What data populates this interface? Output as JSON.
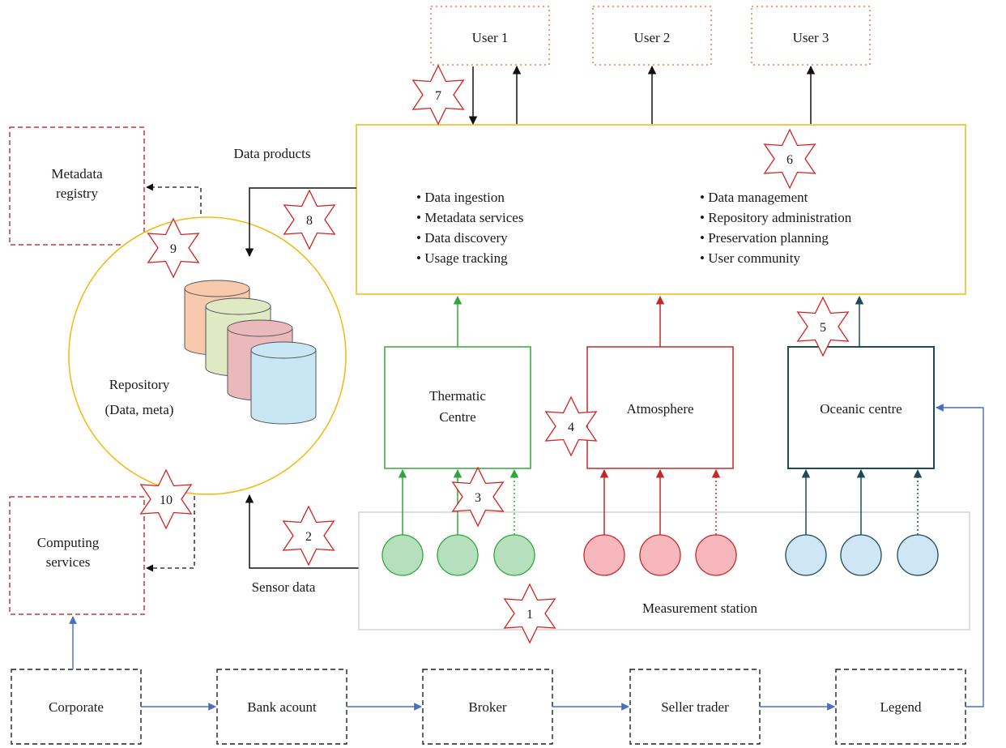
{
  "users": [
    "User 1",
    "User 2",
    "User 3"
  ],
  "metadata_registry": {
    "line1": "Metadata",
    "line2": "registry"
  },
  "computing_services": {
    "line1": "Computing",
    "line2": "services"
  },
  "repository": {
    "line1": "Repository",
    "line2": "(Data, meta)"
  },
  "data_products_label": "Data products",
  "sensor_data_label": "Sensor data",
  "services_left": [
    "Data ingestion",
    "Metadata services",
    "Data discovery",
    "Usage tracking"
  ],
  "services_right": [
    "Data management",
    "Repository administration",
    "Preservation planning",
    "User community"
  ],
  "centres": {
    "thermatic": {
      "line1": "Thermatic",
      "line2": "Centre"
    },
    "atmosphere": "Atmosphere",
    "oceanic": "Oceanic centre"
  },
  "measurement_station": "Measurement station",
  "chain": [
    "Corporate",
    "Bank acount",
    "Broker",
    "Seller trader",
    "Legend"
  ],
  "stars": [
    "1",
    "2",
    "3",
    "4",
    "5",
    "6",
    "7",
    "8",
    "9",
    "10"
  ],
  "colors": {
    "gold": "#f2b90f",
    "green": "#2ea83a",
    "green_fill": "#b6dfbd",
    "red": "#c62828",
    "red_fill": "#f6b8bd",
    "teal": "#1d4a5a",
    "blue_fill": "#cfe6f7",
    "chain_arrow": "#4a6dc4",
    "user_border": "#f07a4a",
    "dashed_red": "#c0393b"
  }
}
